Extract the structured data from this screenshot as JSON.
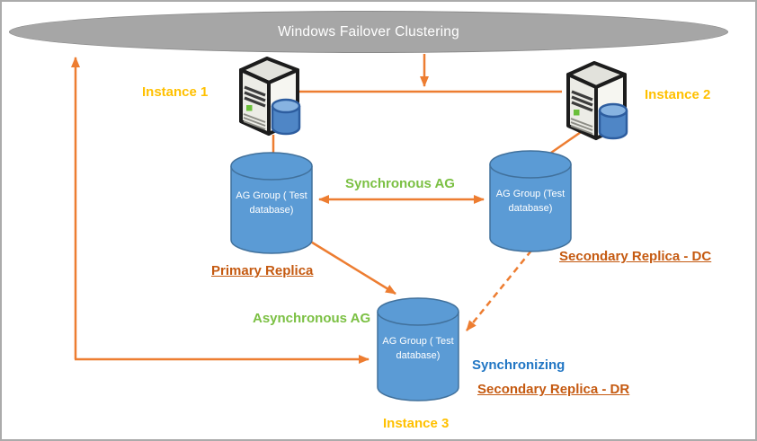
{
  "cluster": {
    "title": "Windows Failover Clustering"
  },
  "instances": {
    "one": "Instance 1",
    "two": "Instance 2",
    "three": "Instance 3"
  },
  "databases": {
    "primary": {
      "label": "AG Group ( Test\ndatabase)",
      "caption": "Primary Replica"
    },
    "secondary_dc": {
      "label": "AG Group (Test\ndatabase)",
      "caption": "Secondary Replica - DC"
    },
    "secondary_dr": {
      "label": "AG Group ( Test\ndatabase)",
      "caption": "Secondary Replica - DR"
    }
  },
  "links": {
    "synchronous": "Synchronous AG",
    "asynchronous": "Asynchronous AG",
    "status": "Synchronizing"
  },
  "colors": {
    "connector_orange": "#ED7D31",
    "instance_gold": "#FFC000",
    "replica_brown": "#C55A11",
    "ag_green": "#7BC043",
    "status_blue": "#2176C4",
    "ellipse_gray": "#A6A6A6",
    "ellipse_border": "#8A8A8A",
    "cylinder_blue": "#5B9BD5",
    "cylinder_border": "#41719C"
  }
}
